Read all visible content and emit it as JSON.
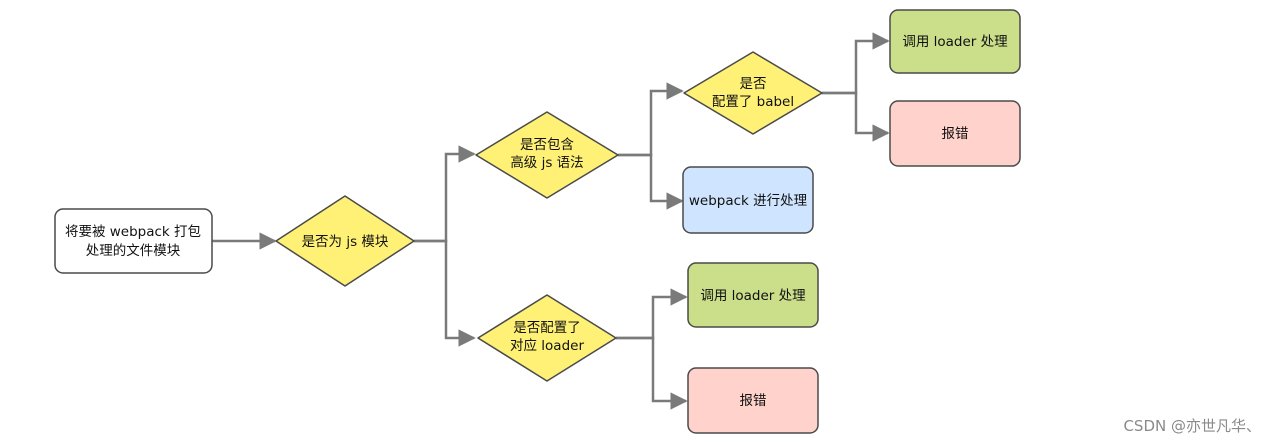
{
  "colors": {
    "start_fill": "#ffffff",
    "decision_fill": "#fff176",
    "green_fill": "#cbdf8a",
    "red_fill": "#ffd3cb",
    "blue_fill": "#cfe5ff",
    "stroke": "#4a4a4a",
    "connector": "#7a7a7a"
  },
  "start": {
    "line1": "将要被 webpack 打包",
    "line2": "处理的文件模块"
  },
  "decision_js": {
    "line1": "是否为 js 模块"
  },
  "decision_advanced": {
    "line1": "是否包含",
    "line2": "高级 js 语法"
  },
  "decision_babel": {
    "line1": "是否",
    "line2": "配置了 babel"
  },
  "decision_loader": {
    "line1": "是否配置了",
    "line2": "对应 loader"
  },
  "result_babel_yes": {
    "label": "调用 loader 处理"
  },
  "result_babel_no": {
    "label": "报错"
  },
  "result_webpack": {
    "label": "webpack 进行处理"
  },
  "result_loader_yes": {
    "label": "调用 loader 处理"
  },
  "result_loader_no": {
    "label": "报错"
  },
  "watermark": "CSDN @亦世凡华、"
}
